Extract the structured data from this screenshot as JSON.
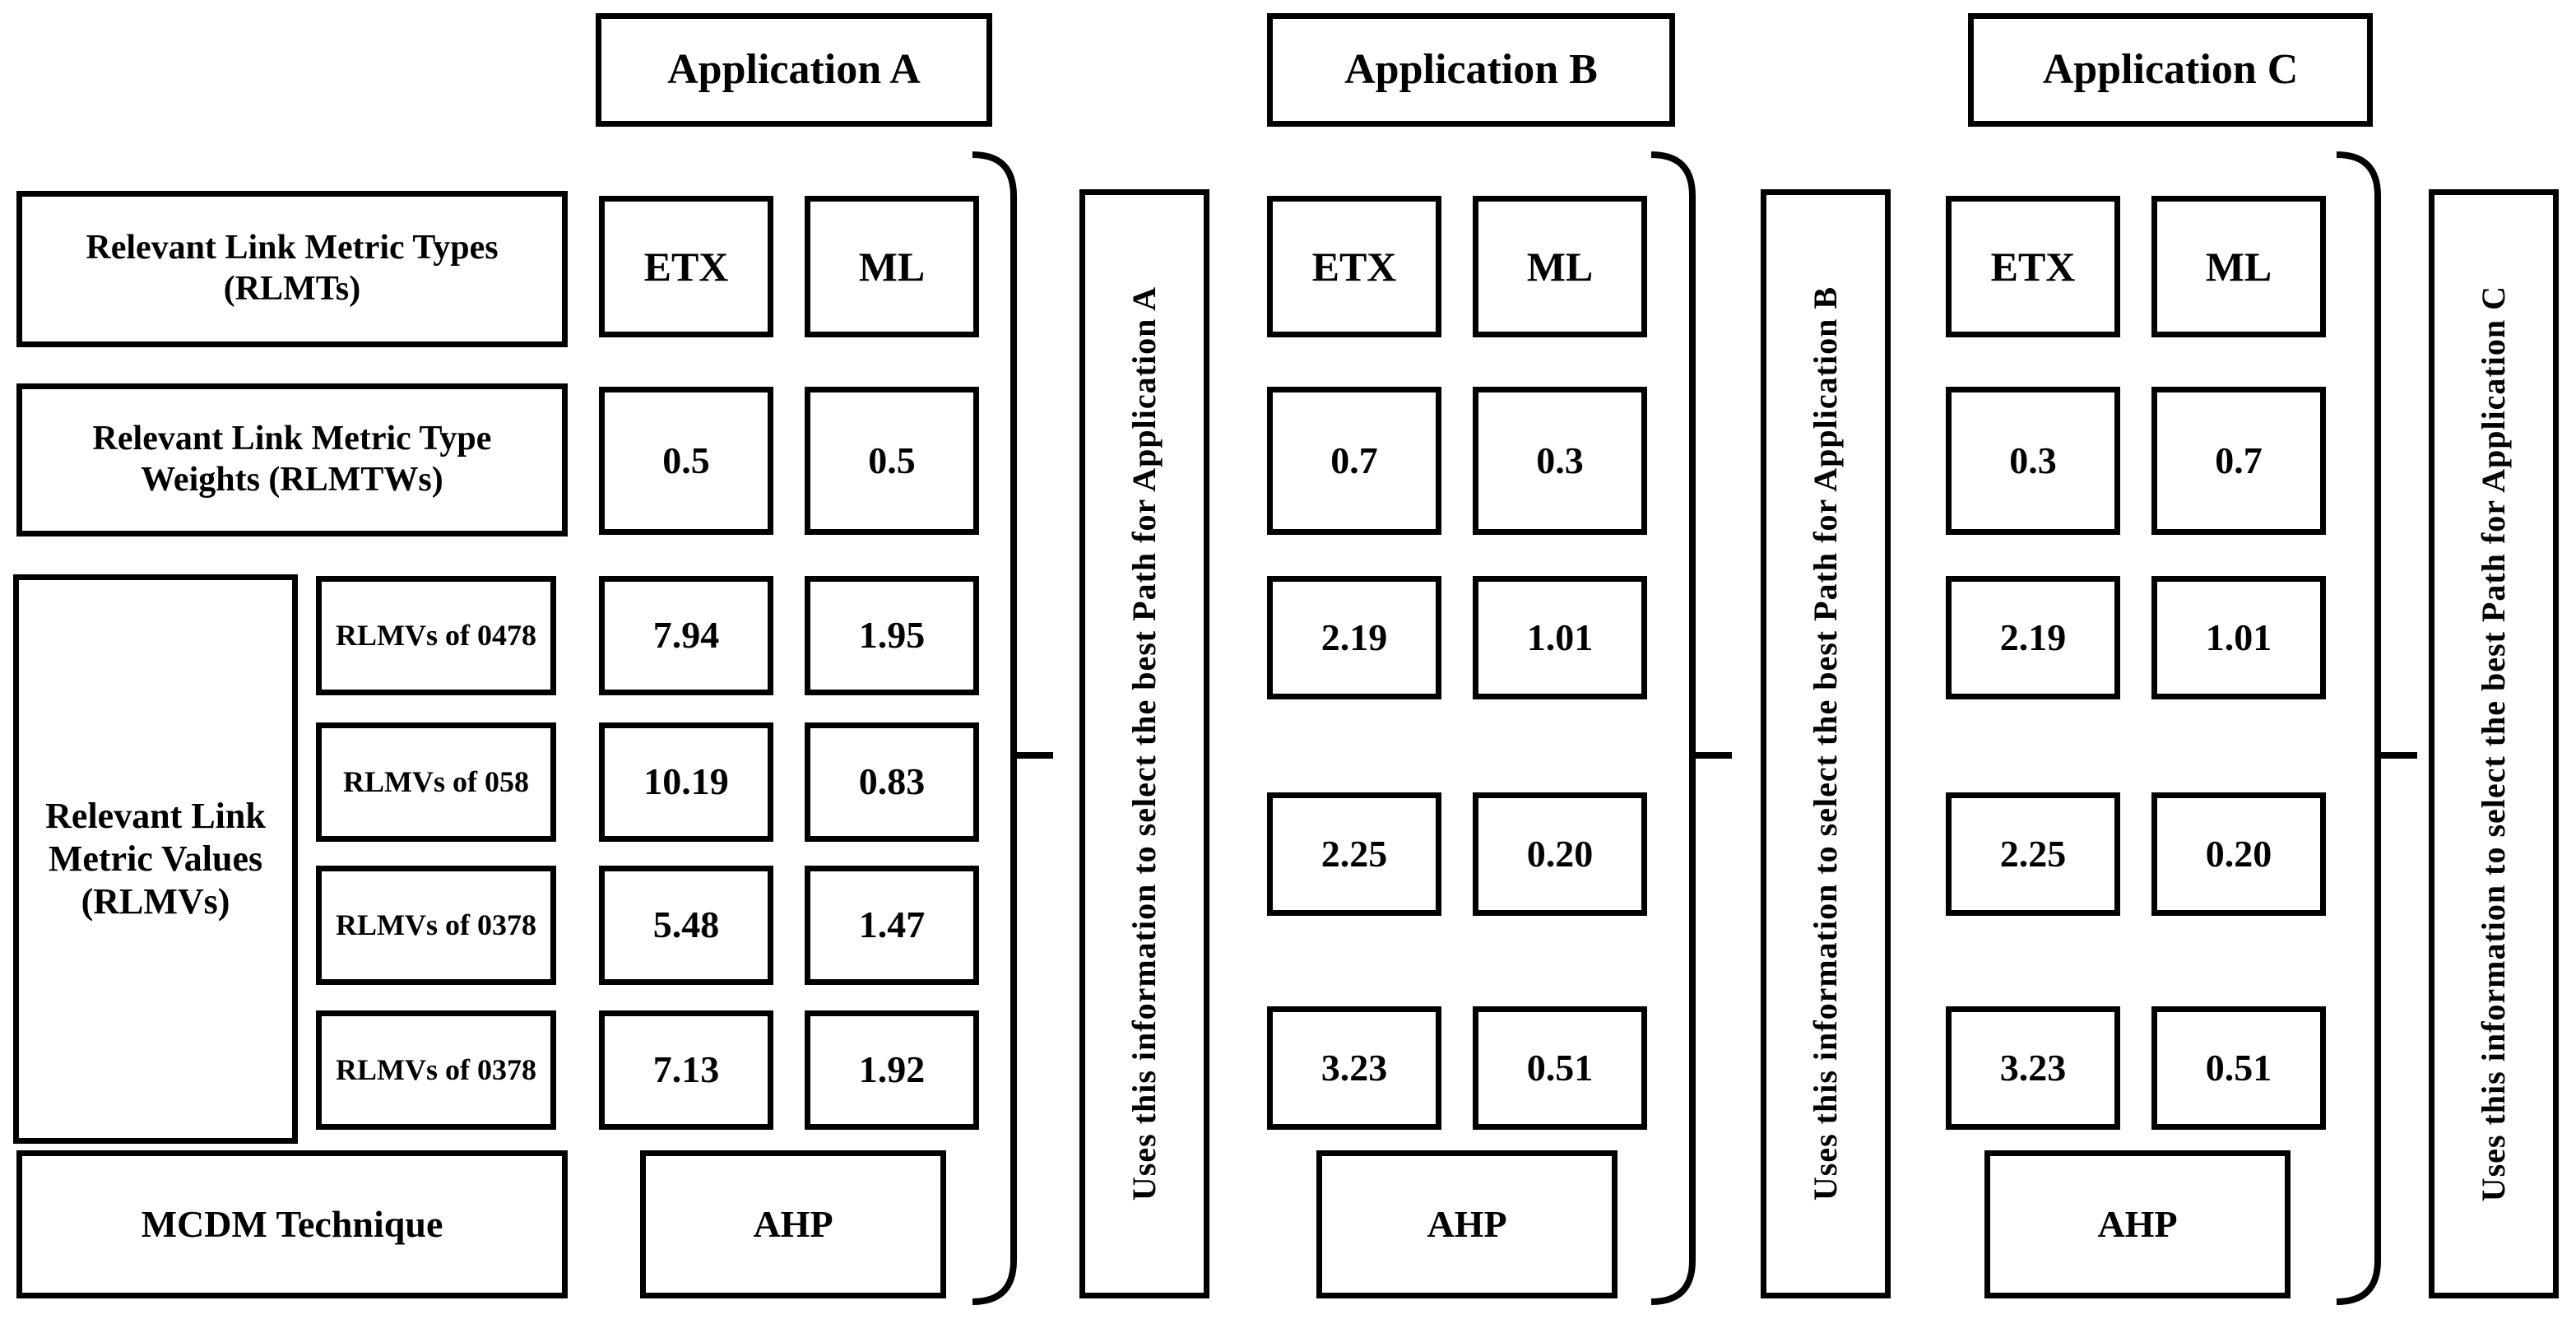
{
  "colors": {
    "ink": "#000000",
    "paper": "#ffffff"
  },
  "left_column": {
    "metric_types_label": "Relevant Link Metric Types (RLMTs)",
    "weights_label": "Relevant Link Metric Type Weights (RLMTWs)",
    "values_label": "Relevant Link Metric Values (RLMVs)",
    "value_rows": [
      "RLMVs of 0478",
      "RLMVs of 058",
      "RLMVs of 0378",
      "RLMVs of 0378"
    ],
    "technique_label": "MCDM Technique"
  },
  "applications": [
    {
      "name": "Application A",
      "metric_types": [
        "ETX",
        "ML"
      ],
      "weights": [
        "0.5",
        "0.5"
      ],
      "values": [
        [
          "7.94",
          "1.95"
        ],
        [
          "10.19",
          "0.83"
        ],
        [
          "5.48",
          "1.47"
        ],
        [
          "7.13",
          "1.92"
        ]
      ],
      "technique": "AHP",
      "note": "Uses this information to select the best Path for Application A"
    },
    {
      "name": "Application B",
      "metric_types": [
        "ETX",
        "ML"
      ],
      "weights": [
        "0.7",
        "0.3"
      ],
      "values": [
        [
          "2.19",
          "1.01"
        ],
        [
          "2.25",
          "0.20"
        ],
        [
          "3.23",
          "0.51"
        ]
      ],
      "technique": "AHP",
      "note": "Uses this information to select the best Path for Application B"
    },
    {
      "name": "Application C",
      "metric_types": [
        "ETX",
        "ML"
      ],
      "weights": [
        "0.3",
        "0.7"
      ],
      "values": [
        [
          "2.19",
          "1.01"
        ],
        [
          "2.25",
          "0.20"
        ],
        [
          "3.23",
          "0.51"
        ]
      ],
      "technique": "AHP",
      "note": "Uses this information to select the best Path for Application C"
    }
  ]
}
